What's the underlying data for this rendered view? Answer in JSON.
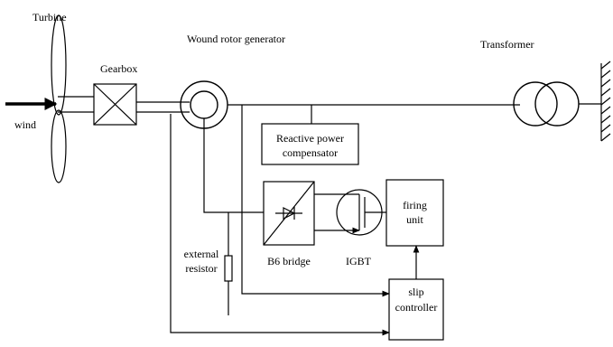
{
  "labels": {
    "turbine": "Turbine",
    "wind": "wind",
    "gearbox": "Gearbox",
    "generator": "Wound rotor generator",
    "transformer": "Transformer",
    "compensator_line1": "Reactive power",
    "compensator_line2": "compensator",
    "firing_line1": "firing",
    "firing_line2": "unit",
    "b6_bridge": "B6 bridge",
    "igbt": "IGBT",
    "resistor_line1": "external",
    "resistor_line2": "resistor",
    "slip_line1": "slip",
    "slip_line2": "controller"
  },
  "colors": {
    "stroke": "#000000",
    "background": "#ffffff"
  }
}
